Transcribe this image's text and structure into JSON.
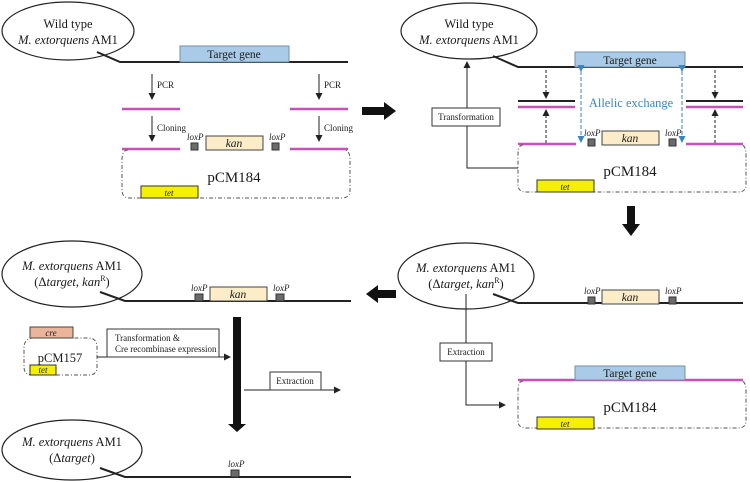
{
  "panels": {
    "top_left": {
      "organism_line1": "Wild type",
      "organism_line2_italic": "M. extorquens",
      "organism_line2_rest": " AM1",
      "target_gene": "Target gene",
      "pcr_left": "PCR",
      "pcr_right": "PCR",
      "cloning_left": "Cloning",
      "cloning_right": "Cloning",
      "loxp_left": "loxP",
      "loxp_right": "loxP",
      "kan": "kan",
      "plasmid": "pCM184",
      "tet": "tet"
    },
    "top_right": {
      "organism_line1": "Wild type",
      "organism_line2_italic": "M. extorquens",
      "organism_line2_rest": " AM1",
      "target_gene": "Target gene",
      "allelic_exchange": "Allelic exchange",
      "transformation": "Transformation",
      "loxp_left": "loxP",
      "loxp_right": "loxP",
      "kan": "kan",
      "plasmid": "pCM184",
      "tet": "tet"
    },
    "mid_right": {
      "organism_line1_italic": "M. extorquens",
      "organism_line1_rest": " AM1",
      "organism_line2_prefix": "(Δ",
      "organism_line2_target": "target",
      "organism_line2_sep": ", ",
      "organism_line2_kan": "kan",
      "organism_line2_sup": "R",
      "organism_line2_suffix": ")",
      "loxp_left": "loxP",
      "loxp_right": "loxP",
      "kan": "kan",
      "extraction": "Extraction",
      "target_gene": "Target gene",
      "plasmid": "pCM184",
      "tet": "tet"
    },
    "mid_left": {
      "organism_line1_italic": "M. extorquens",
      "organism_line1_rest": " AM1",
      "organism_line2_prefix": "(Δ",
      "organism_line2_target": "target",
      "organism_line2_sep": ", ",
      "organism_line2_kan": "kan",
      "organism_line2_sup": "R",
      "organism_line2_suffix": ")",
      "loxp_left": "loxP",
      "loxp_right": "loxP",
      "kan": "kan",
      "cre": "cre",
      "plasmid": "pCM157",
      "tet": "tet",
      "transformation_line1": "Transformation &",
      "transformation_line2": "Cre recombinase expression",
      "extraction": "Extraction"
    },
    "bottom_left": {
      "organism_line1_italic": "M. extorquens",
      "organism_line1_rest": " AM1",
      "organism_line2_prefix": "(Δ",
      "organism_line2_target": "target",
      "organism_line2_suffix": ")",
      "loxp": "loxP"
    }
  },
  "colors": {
    "target_gene_fill": "#a9cbe8",
    "kan_fill": "#fdecc8",
    "tet_fill": "#f4f000",
    "cre_fill": "#eab59b",
    "homology_arm": "#c84fb4",
    "allelic_exchange_text": "#3a86c0"
  }
}
